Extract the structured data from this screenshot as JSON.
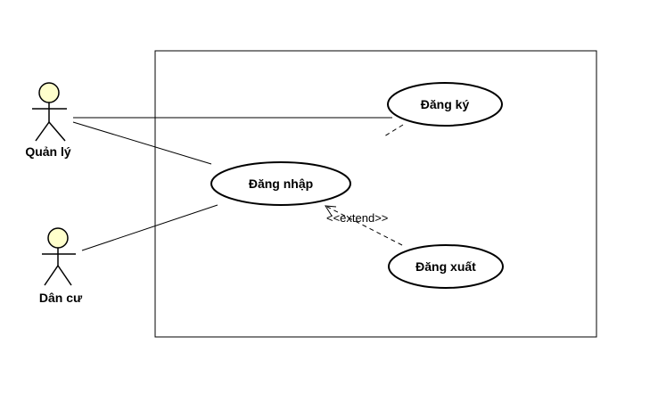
{
  "actors": {
    "admin": {
      "label": "Quản lý"
    },
    "resident": {
      "label": "Dân cư"
    }
  },
  "use_cases": {
    "register": {
      "label": "Đăng ký"
    },
    "login": {
      "label": "Đăng nhập"
    },
    "logout": {
      "label": "Đăng xuất"
    }
  },
  "relations": {
    "extend_label": "<<extend>>"
  },
  "colors": {
    "actor_head_fill": "#ffffcc",
    "line": "#000000",
    "background": "#ffffff"
  },
  "icons": {
    "actor": "stick-figure-icon",
    "arrowhead": "open-arrowhead-icon"
  }
}
